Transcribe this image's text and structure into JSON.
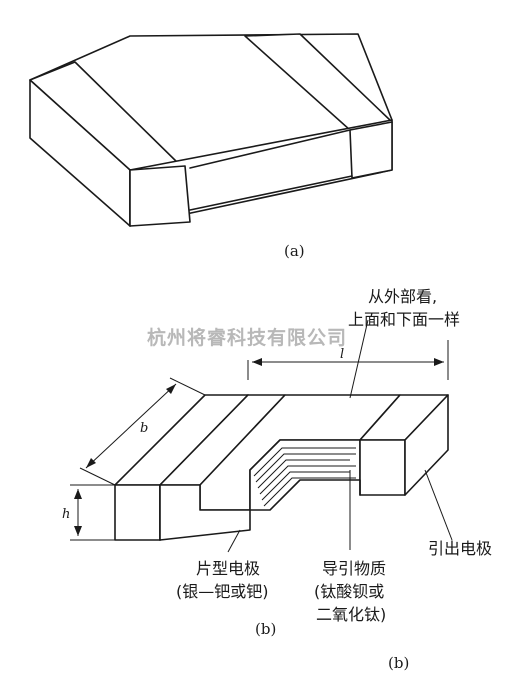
{
  "captions": {
    "top": "(a)",
    "middle": "(b)",
    "bottom": "(b)"
  },
  "watermark": "杭州将睿科技有限公司",
  "dimensions": {
    "length": "l",
    "width": "b",
    "height": "h"
  },
  "labels": {
    "outer_view": [
      "从外部看,",
      "上面和下面一样"
    ],
    "chip_electrode": [
      "片型电极",
      "(银—钯或钯)"
    ],
    "lead_electrode": "引出电极",
    "conductive_material": [
      "导引物质",
      "(钛酸钡或",
      "二氧化钛)"
    ]
  }
}
